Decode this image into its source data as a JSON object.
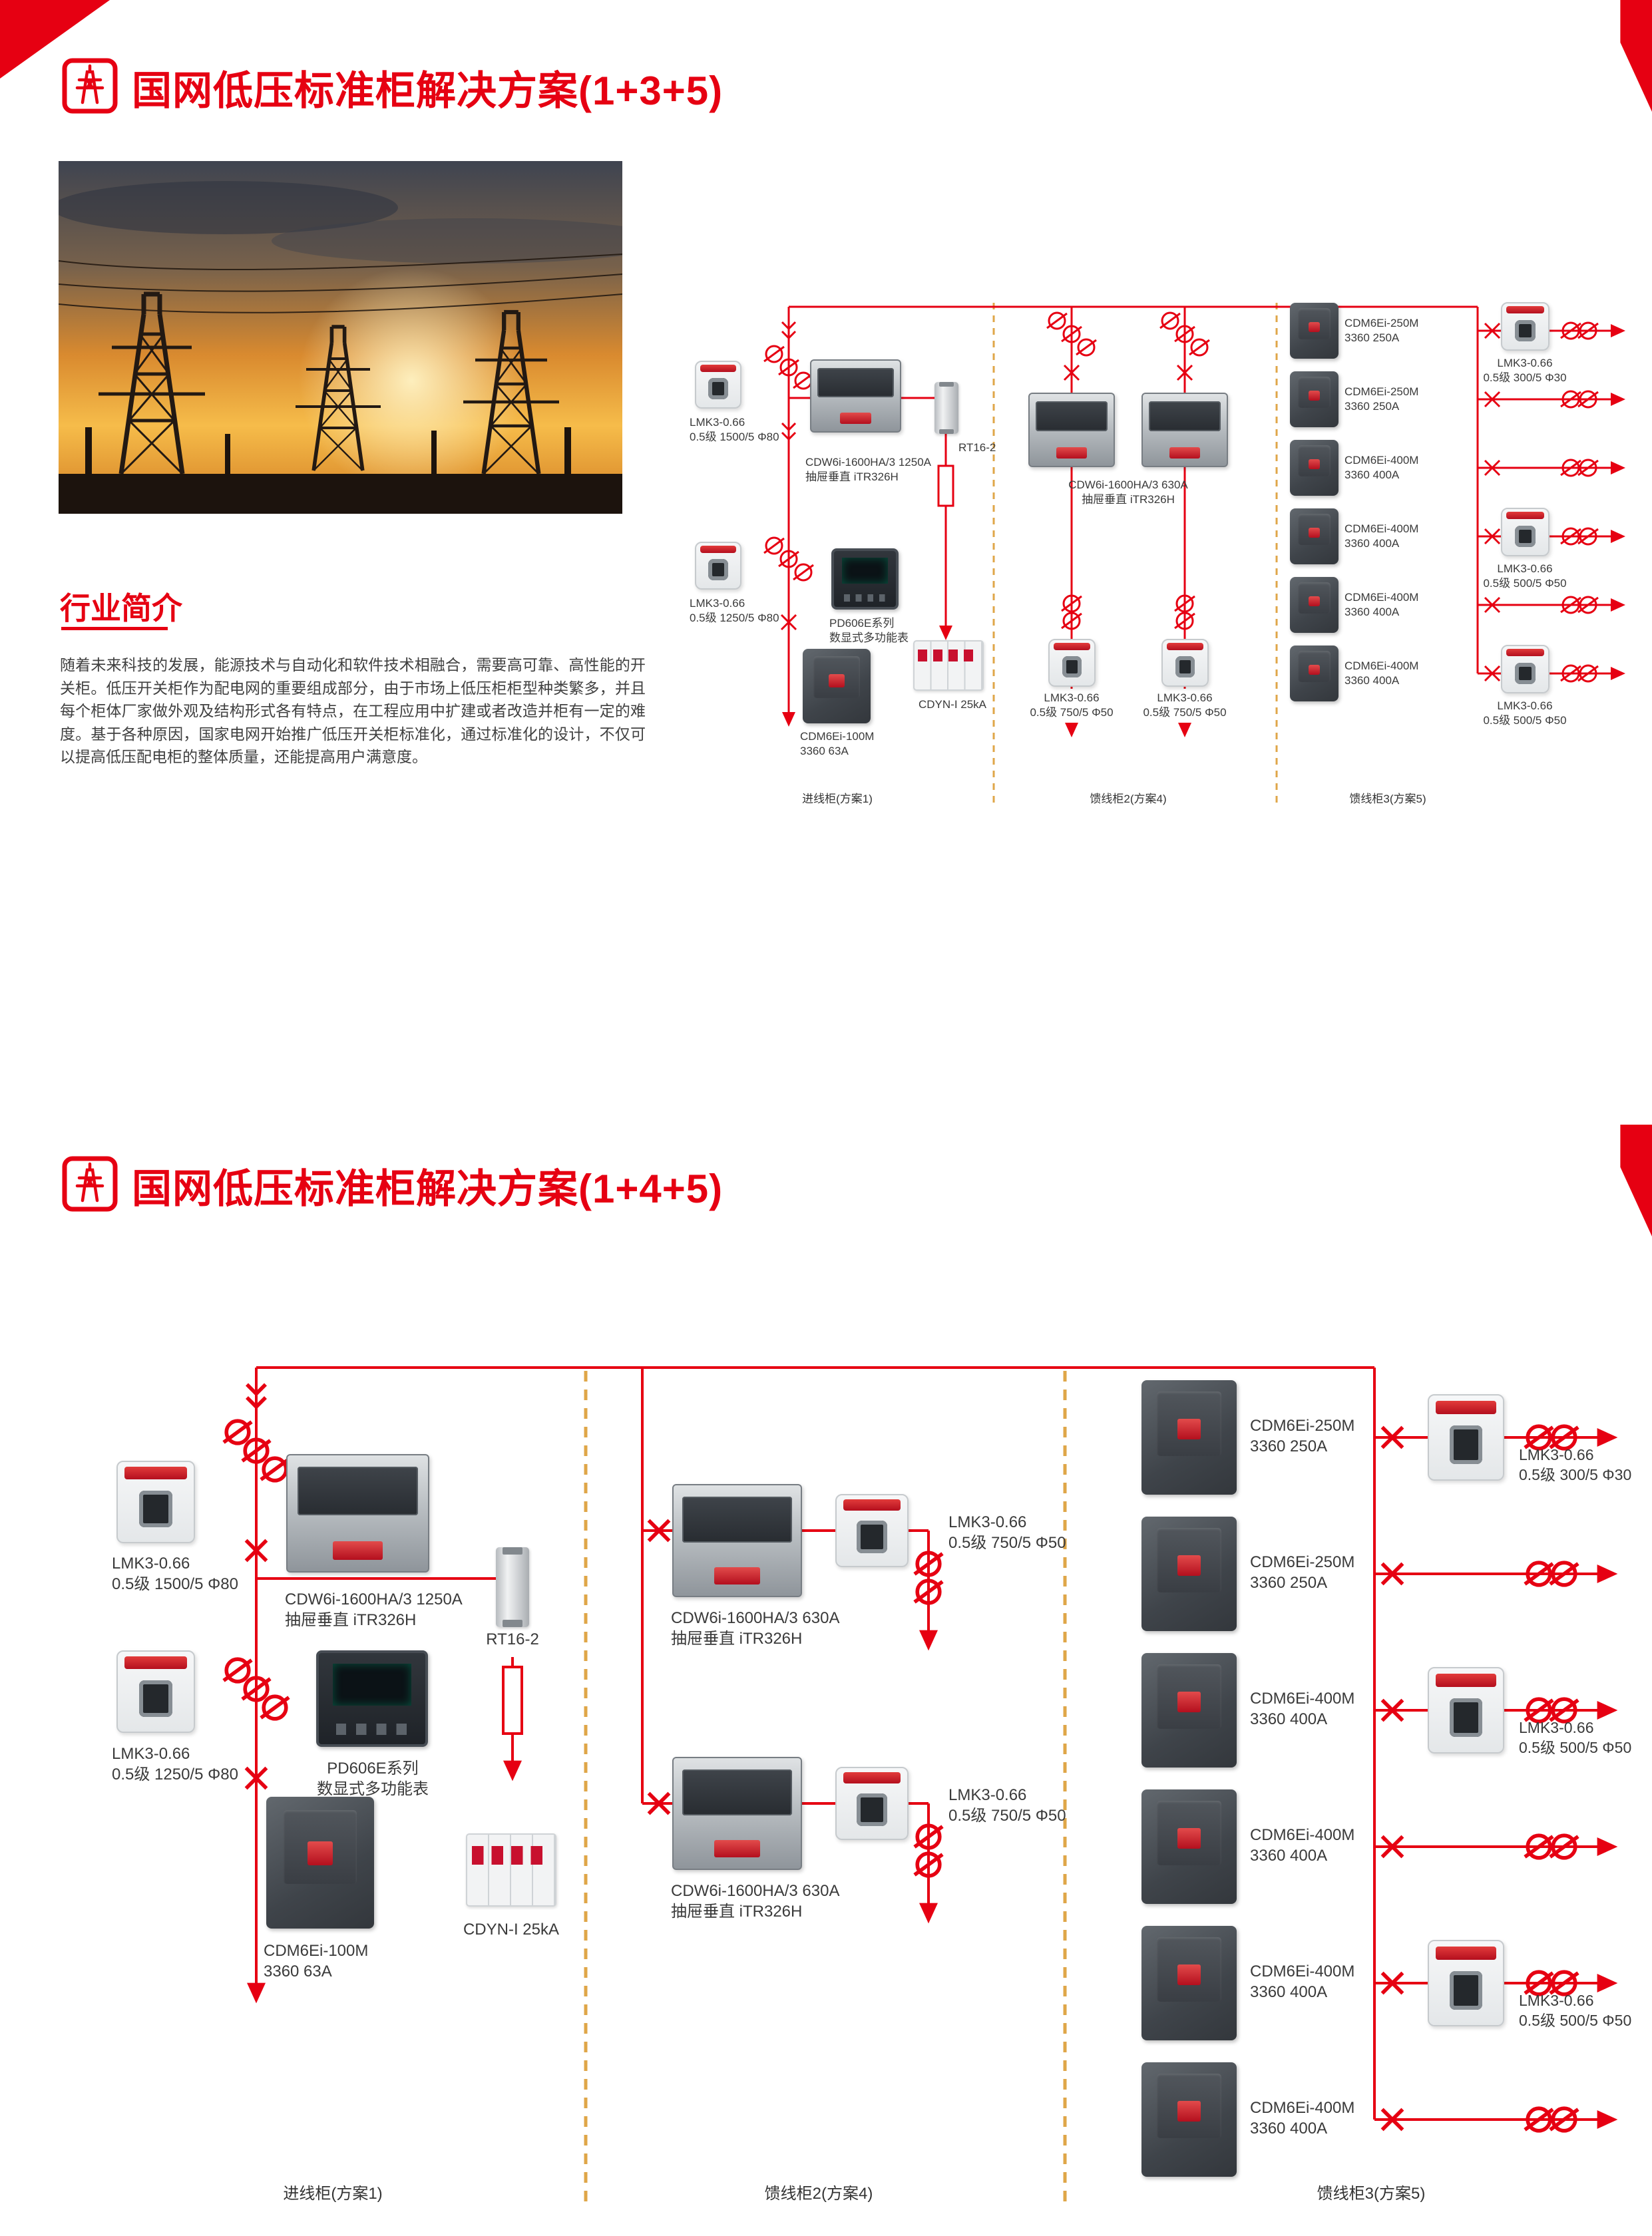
{
  "page1": {
    "title": "国网低压标准柜解决方案(1+3+5)",
    "intro_heading": "行业简介",
    "intro_body": "随着未来科技的发展，能源技术与自动化和软件技术相融合，需要高可靠、高性能的开关柜。低压开关柜作为配电网的重要组成部分，由于市场上低压柜柜型种类繁多，并且每个柜体厂家做外观及结构形式各有特点，在工程应用中扩建或者改造并柜有一定的难度。基于各种原因，国家电网开始推广低压开关柜标准化，通过标准化的设计，不仅可以提高低压配电柜的整体质量，还能提高用户满意度。"
  },
  "page2": {
    "title": "国网低压标准柜解决方案(1+4+5)"
  },
  "labels": {
    "ct_1500": "LMK3-0.66\n0.5级 1500/5 Φ80",
    "ct_1250": "LMK3-0.66\n0.5级 1250/5 Φ80",
    "ct_750": "LMK3-0.66\n0.5级 750/5 Φ50",
    "ct_300": "LMK3-0.66\n0.5级 300/5 Φ30",
    "ct_500": "LMK3-0.66\n0.5级 500/5 Φ50",
    "acb_1250": "CDW6i-1600HA/3 1250A\n抽屉垂直 iTR326H",
    "acb_630": "CDW6i-1600HA/3 630A\n抽屉垂直 iTR326H",
    "fuse": "RT16-2",
    "meter": "PD606E系列\n数显式多功能表",
    "mccb_100": "CDM6Ei-100M\n3360 63A",
    "spd": "CDYN-I  25kA",
    "mccb_250": "CDM6Ei-250M\n3360 250A",
    "mccb_400": "CDM6Ei-400M\n3360 400A"
  },
  "cabinets": {
    "incoming": "进线柜(方案1)",
    "feeder2": "馈线柜2(方案4)",
    "feeder3": "馈线柜3(方案5)"
  },
  "colors": {
    "brand_red": "#E60012",
    "schematic_red": "#E60012",
    "separator_orange": "#DFA648"
  }
}
